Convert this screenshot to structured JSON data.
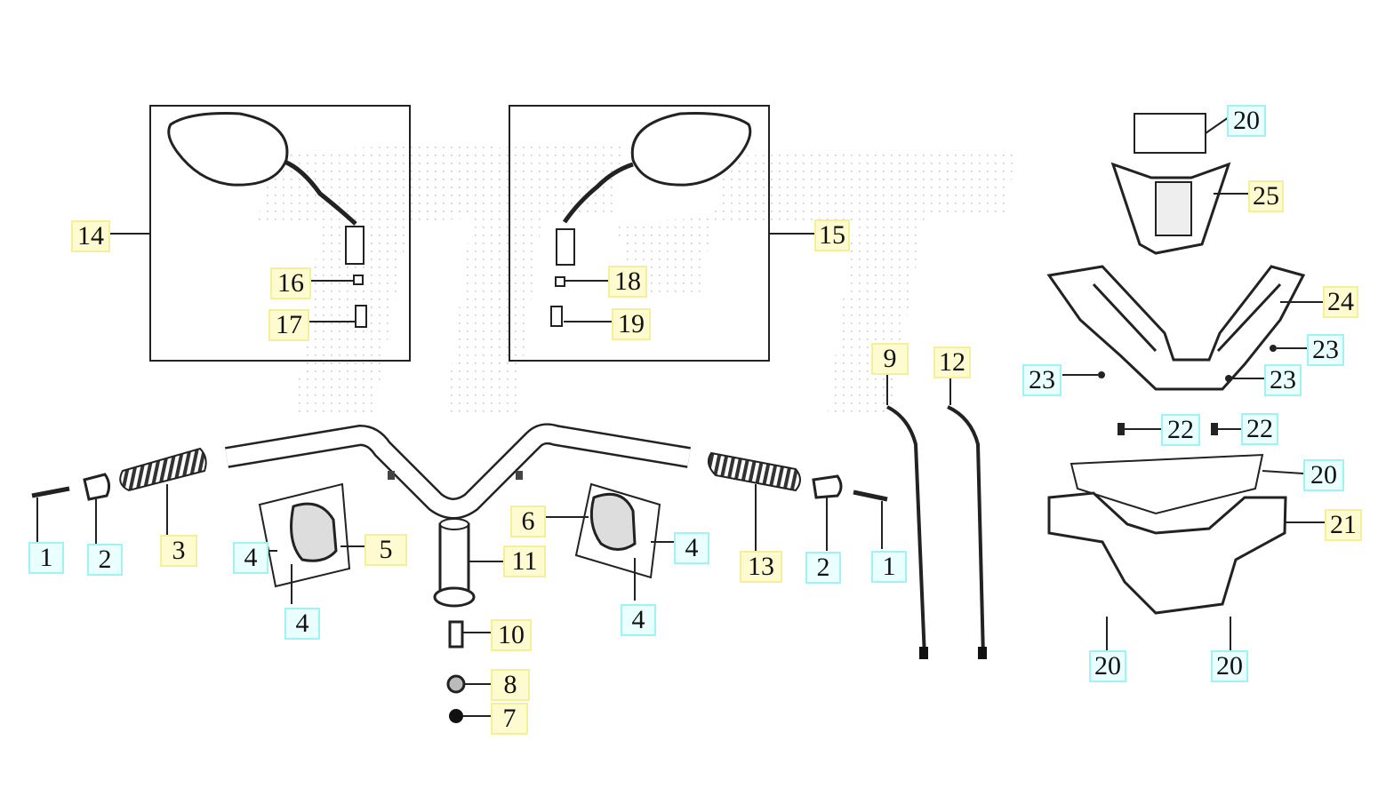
{
  "diagram": {
    "callouts": [
      {
        "id": "c1a",
        "label": "1",
        "style": "cyan"
      },
      {
        "id": "c2a",
        "label": "2",
        "style": "cyan"
      },
      {
        "id": "c3",
        "label": "3",
        "style": "yellow"
      },
      {
        "id": "c4a",
        "label": "4",
        "style": "cyan"
      },
      {
        "id": "c4b",
        "label": "4",
        "style": "cyan"
      },
      {
        "id": "c5",
        "label": "5",
        "style": "yellow"
      },
      {
        "id": "c6",
        "label": "6",
        "style": "yellow"
      },
      {
        "id": "c4c",
        "label": "4",
        "style": "cyan"
      },
      {
        "id": "c4d",
        "label": "4",
        "style": "cyan"
      },
      {
        "id": "c11",
        "label": "11",
        "style": "yellow"
      },
      {
        "id": "c10",
        "label": "10",
        "style": "yellow"
      },
      {
        "id": "c8",
        "label": "8",
        "style": "yellow"
      },
      {
        "id": "c7",
        "label": "7",
        "style": "yellow"
      },
      {
        "id": "c13",
        "label": "13",
        "style": "yellow"
      },
      {
        "id": "c2b",
        "label": "2",
        "style": "cyan"
      },
      {
        "id": "c1b",
        "label": "1",
        "style": "cyan"
      },
      {
        "id": "c14",
        "label": "14",
        "style": "yellow"
      },
      {
        "id": "c15",
        "label": "15",
        "style": "yellow"
      },
      {
        "id": "c16",
        "label": "16",
        "style": "yellow"
      },
      {
        "id": "c17",
        "label": "17",
        "style": "yellow"
      },
      {
        "id": "c18",
        "label": "18",
        "style": "yellow"
      },
      {
        "id": "c19",
        "label": "19",
        "style": "yellow"
      },
      {
        "id": "c9",
        "label": "9",
        "style": "yellow"
      },
      {
        "id": "c12",
        "label": "12",
        "style": "yellow"
      },
      {
        "id": "c20a",
        "label": "20",
        "style": "cyan"
      },
      {
        "id": "c25",
        "label": "25",
        "style": "yellow"
      },
      {
        "id": "c24",
        "label": "24",
        "style": "yellow"
      },
      {
        "id": "c23a",
        "label": "23",
        "style": "cyan"
      },
      {
        "id": "c23b",
        "label": "23",
        "style": "cyan"
      },
      {
        "id": "c23c",
        "label": "23",
        "style": "cyan"
      },
      {
        "id": "c22a",
        "label": "22",
        "style": "cyan"
      },
      {
        "id": "c22b",
        "label": "22",
        "style": "cyan"
      },
      {
        "id": "c20b",
        "label": "20",
        "style": "cyan"
      },
      {
        "id": "c21",
        "label": "21",
        "style": "yellow"
      },
      {
        "id": "c20c",
        "label": "20",
        "style": "cyan"
      },
      {
        "id": "c20d",
        "label": "20",
        "style": "cyan"
      }
    ]
  }
}
